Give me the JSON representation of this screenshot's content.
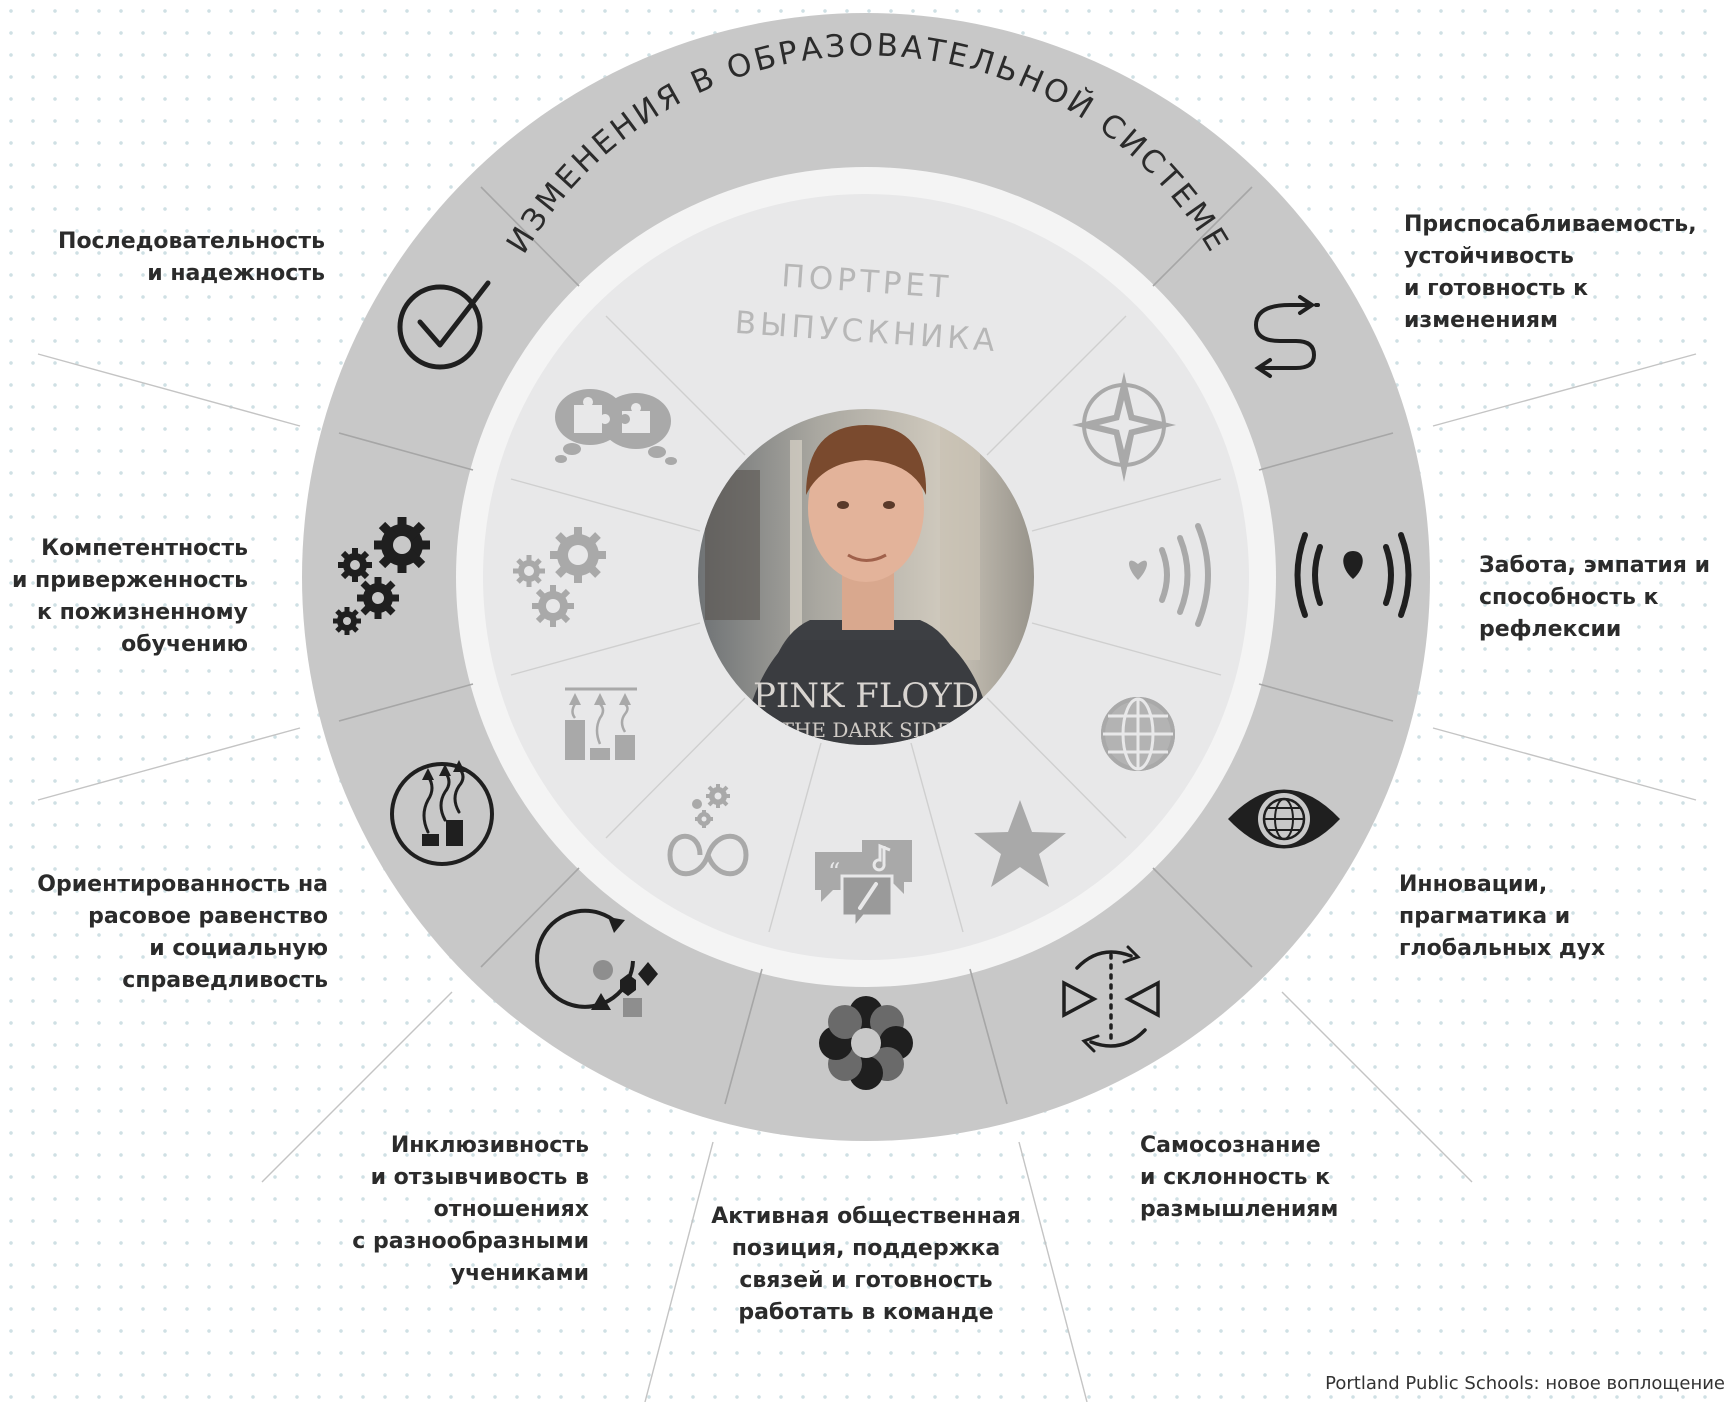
{
  "ring_title": "ИЗМЕНЕНИЯ В ОБРАЗОВАТЕЛЬНОЙ СИСТЕМЕ",
  "center_title_line1": "ПОРТРЕТ",
  "center_title_line2": "ВЫПУСКНИКА",
  "photo": {
    "shirt_line1": "PINK FLOYD",
    "shirt_line2": "THE DARK SIDE"
  },
  "outer_labels": [
    {
      "id": "consistency",
      "icon": "checkmark-icon",
      "text": "Последовательность\nи надежность"
    },
    {
      "id": "competence",
      "icon": "gears-icon",
      "text": "Компетентность\nи приверженность\nк пожизненному\nобучению"
    },
    {
      "id": "equity",
      "icon": "rising-arrows-icon",
      "text": "Ориентированность на\nрасовое равенство\nи социальную\nсправедливость"
    },
    {
      "id": "inclusivity",
      "icon": "diverse-shapes-icon",
      "text": "Инклюзивность\nи отзывчивость в\nотношениях\nс разнообразными\nучениками"
    },
    {
      "id": "civic",
      "icon": "flower-circle-icon",
      "text": "Активная общественная\nпозиция, поддержка\nсвязей и готовность\nработать в команде"
    },
    {
      "id": "selfawareness",
      "icon": "mirror-reflect-icon",
      "text": "Самосознание\nи склонность к\nразмышлениям"
    },
    {
      "id": "innovation",
      "icon": "eye-globe-icon",
      "text": "Инновации,\nпрагматика и\nглобальных дух"
    },
    {
      "id": "care",
      "icon": "broadcast-heart-icon",
      "text": "Забота, эмпатия и\nспособность к\nрефлексии"
    },
    {
      "id": "adaptability",
      "icon": "winding-arrows-icon",
      "text": "Приспосабливаемость,\nустойчивость\nи готовность к\nизменениям"
    }
  ],
  "inner_icons": [
    "compass-star-icon",
    "heart-waves-icon",
    "globe-icon",
    "star-icon",
    "chat-bubbles-icon",
    "infinity-gears-icon",
    "growth-bars-icon",
    "gears-icon",
    "puzzle-thought-icon"
  ],
  "caption": "Portland Public Schools: новое воплощение",
  "colors": {
    "outer_ring": "#c8c8c8",
    "inner_disc": "#e8e8e9",
    "divider": "#eaeaea",
    "dark_icon": "#1f1f1f",
    "light_icon": "#a9a9a9",
    "text": "#2b2b2b"
  }
}
